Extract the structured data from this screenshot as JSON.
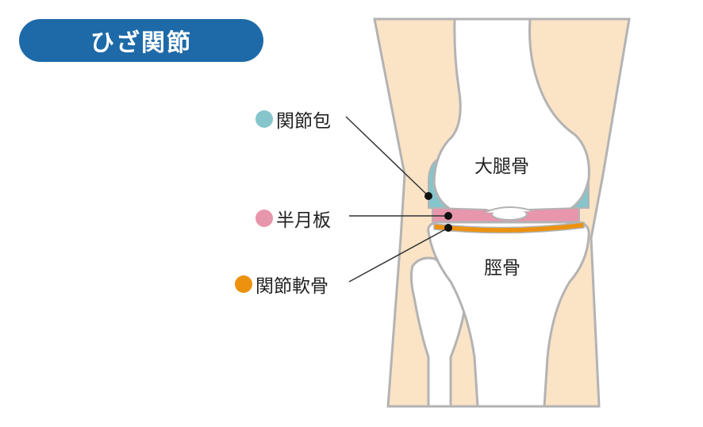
{
  "title": "ひざ関節",
  "labels": {
    "capsule": "関節包",
    "meniscus": "半月板",
    "cartilage": "関節軟骨",
    "femur": "大腿骨",
    "tibia": "脛骨"
  },
  "colors": {
    "title_bg": "#1e6aa8",
    "capsule": "#86c5cc",
    "meniscus": "#e896ac",
    "cartilage": "#ec920f",
    "skin": "#fbe3c6",
    "outline": "#b3b3b3"
  }
}
